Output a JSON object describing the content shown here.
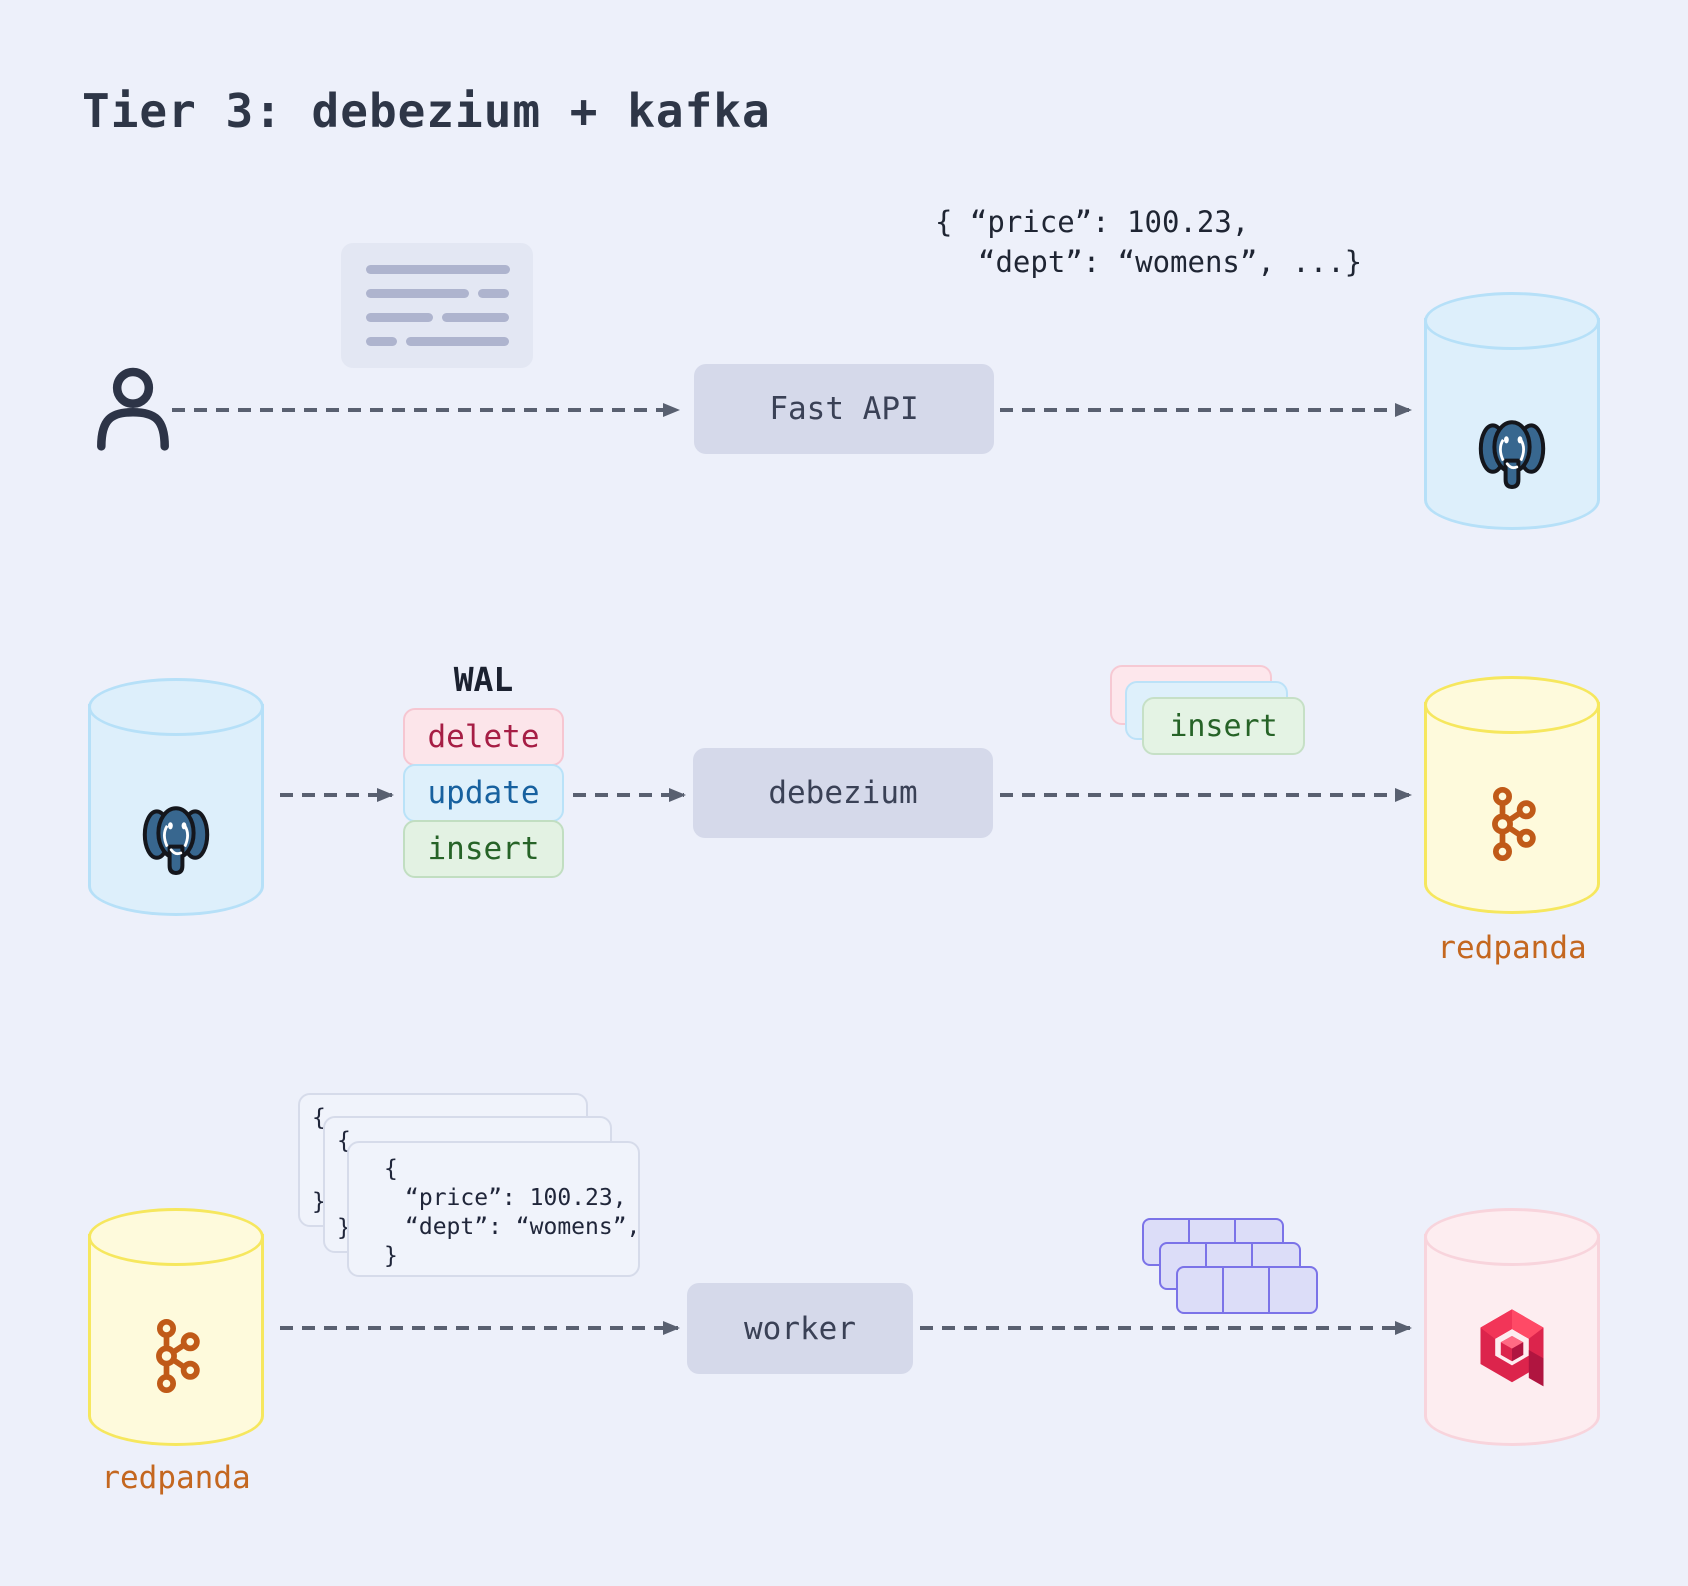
{
  "title": "Tier 3: debezium + kafka",
  "row1": {
    "payload_line1": "{ “price”: 100.23,",
    "payload_line2": "“dept”: “womens”, ...}",
    "api_label": "Fast API"
  },
  "row2": {
    "wal_title": "WAL",
    "wal_ops": [
      {
        "label": "delete"
      },
      {
        "label": "update"
      },
      {
        "label": "insert"
      }
    ],
    "connector_label": "debezium",
    "event_label": "insert",
    "broker_label": "redpanda"
  },
  "row3": {
    "broker_label": "redpanda",
    "worker_label": "worker",
    "message_back_open": "{",
    "message_back_close": "}",
    "message_mid_open": "{",
    "message_mid_close": "}",
    "message_front": {
      "open": "{",
      "line1": "“price”: 100.23,",
      "line2": "“dept”: “womens”,",
      "close": "}"
    }
  },
  "colors": {
    "background": "#edf0fa",
    "title_text": "#2e3647",
    "arrow": "#596070",
    "process_box_fill": "#d5d9ea",
    "postgres_cylinder_fill": "#ddeffb",
    "redpanda_cylinder_fill": "#fefadc",
    "qdrant_cylinder_fill": "#fdedf0",
    "delete_text": "#a61e45",
    "update_text": "#17619f",
    "insert_text": "#266327",
    "kafka_orange": "#c05a18",
    "redpanda_label": "#c4671f",
    "brick_purple": "#7b73e8",
    "qdrant_red": "#dc244c",
    "postgres_blue": "#38678f"
  }
}
